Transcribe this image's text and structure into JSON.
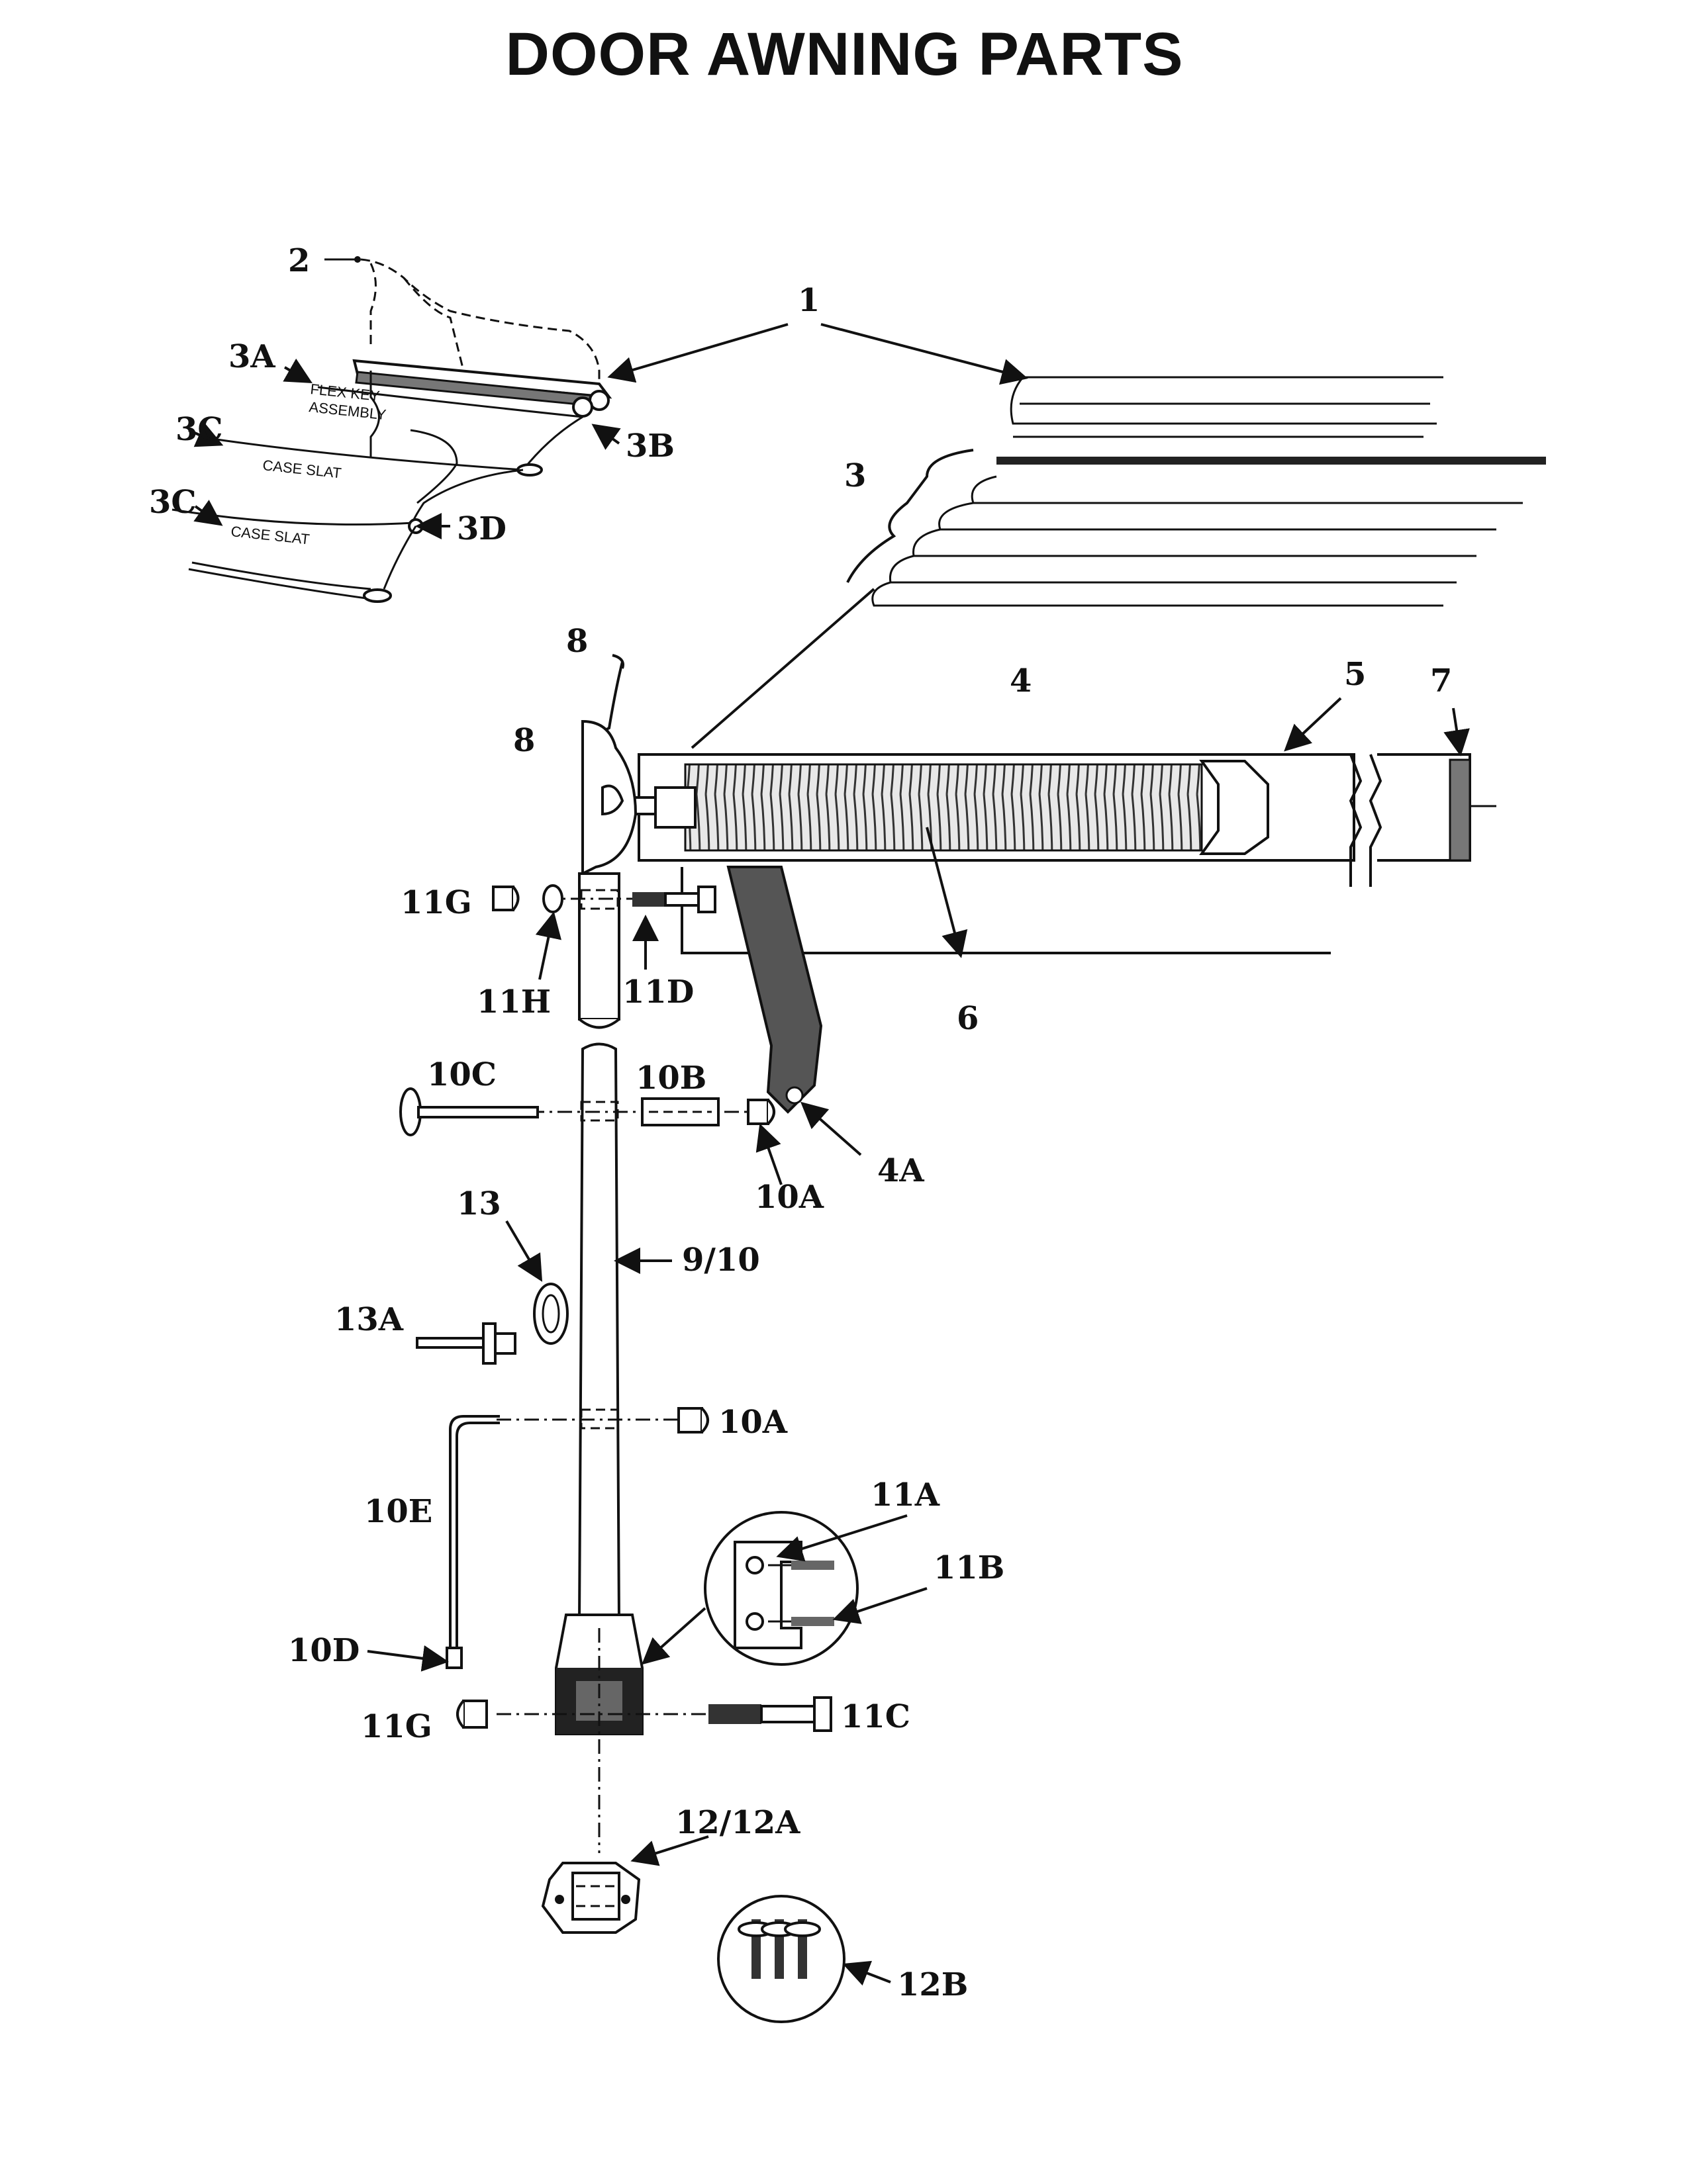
{
  "title": "DOOR AWNING PARTS",
  "labels": {
    "l1": "1",
    "l2": "2",
    "l3": "3",
    "l3a": "3A",
    "l3b": "3B",
    "l3c_1": "3C",
    "l3c_2": "3C",
    "l3d": "3D",
    "l4": "4",
    "l4a": "4A",
    "l5": "5",
    "l6": "6",
    "l7": "7",
    "l8_1": "8",
    "l8_2": "8",
    "l9_10": "9/10",
    "l10a_1": "10A",
    "l10a_2": "10A",
    "l10b": "10B",
    "l10c": "10C",
    "l10d": "10D",
    "l10e": "10E",
    "l11a": "11A",
    "l11b": "11B",
    "l11c": "11C",
    "l11d": "11D",
    "l11g_1": "11G",
    "l11g_2": "11G",
    "l11h": "11H",
    "l12_12a": "12/12A",
    "l12b": "12B",
    "l13": "13",
    "l13a": "13A"
  },
  "detail_text": {
    "flex_key": "FLEX KEY",
    "assembly": "ASSEMBLY",
    "case_slat_1": "CASE SLAT",
    "case_slat_2": "CASE SLAT"
  }
}
